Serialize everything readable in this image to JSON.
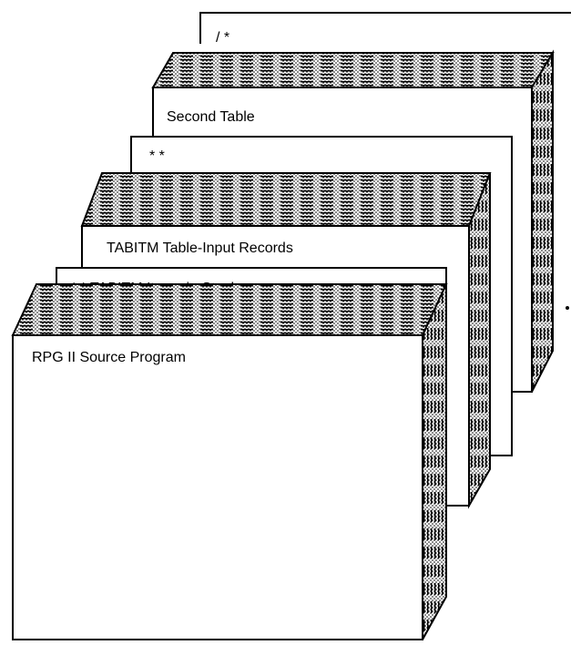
{
  "diagram": {
    "decks": [
      {
        "label": "/ *"
      },
      {
        "label": "Second Table"
      },
      {
        "label": "* *"
      },
      {
        "label": "TABITM Table-Input Records"
      },
      {
        "label": "* * TABITM Items in Stock"
      },
      {
        "label": "RPG II Source Program"
      }
    ]
  }
}
